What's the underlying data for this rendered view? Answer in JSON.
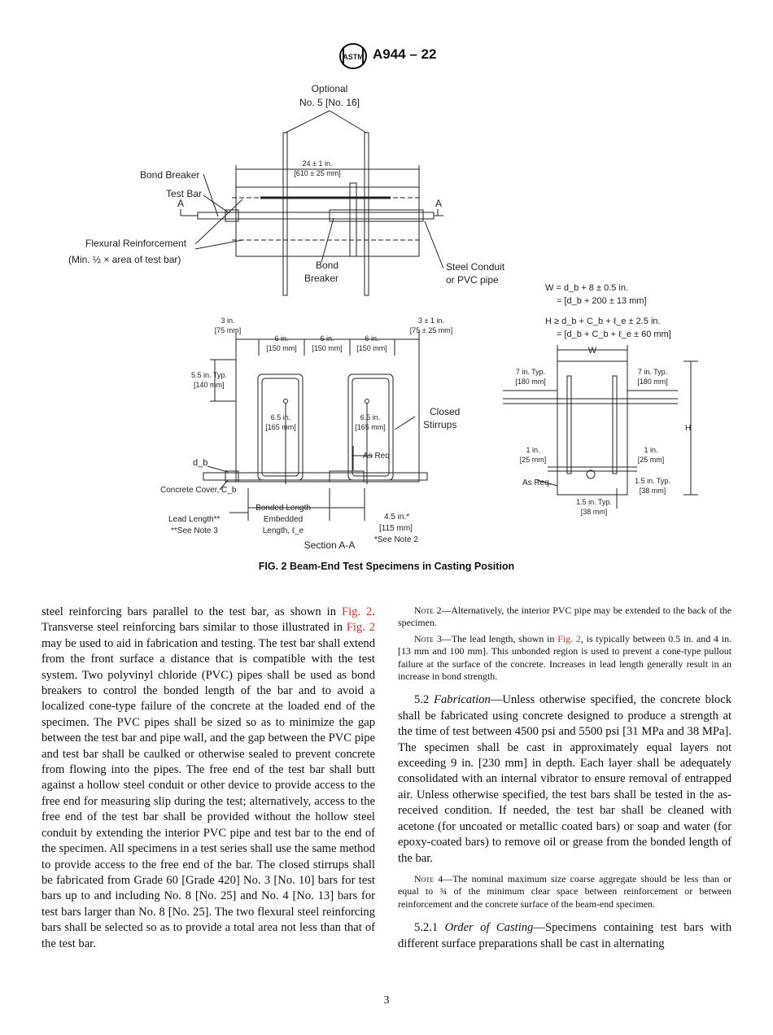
{
  "header": {
    "doc_id": "A944 – 22",
    "logo_text": "ASTM"
  },
  "figure": {
    "caption": "FIG. 2 Beam-End Test Specimens in Casting Position",
    "optional_line1": "Optional",
    "optional_line2": "No. 5 [No. 16]",
    "dim_24_line1": "24 ± 1 in.",
    "dim_24_line2": "[610 ± 25 mm]",
    "bond_breaker_top": "Bond Breaker",
    "test_bar": "Test Bar",
    "section_a_left": "A",
    "section_a_right": "A",
    "flexural_line1": "Flexural Reinforcement",
    "flexural_line2": "(Min. ½ × area of test bar)",
    "bond_breaker_mid_1": "Bond",
    "bond_breaker_mid_2": "Breaker",
    "steel_conduit_1": "Steel Conduit",
    "steel_conduit_2": "or PVC pipe",
    "w_formula_1": "W = d_b + 8 ± 0.5 in.",
    "w_formula_2": "= [d_b + 200 ± 13 mm]",
    "h_formula_1": "H ≥ d_b + C_b + ℓ_e ± 2.5 in.",
    "h_formula_2": "= [d_b + C_b + ℓ_e ± 60 mm]",
    "dim_3_line1": "3 in.",
    "dim_3_line2": "[75 mm]",
    "dim_3pm_line1": "3 ± 1 in.",
    "dim_3pm_line2": "[75 ± 25 mm]",
    "dim_6a_1": "6 in.",
    "dim_6a_2": "[150 mm]",
    "dim_6b_1": "6 in.",
    "dim_6b_2": "[150 mm]",
    "dim_6c_1": "6 in.",
    "dim_6c_2": "[150 mm]",
    "dim_55_1": "5.5 in. Typ.",
    "dim_55_2": "[140 mm]",
    "dim_65a_1": "6.5 in.",
    "dim_65a_2": "[165 mm]",
    "dim_65b_1": "6.5 in.",
    "dim_65b_2": "[165 mm]",
    "closed_stirrups_1": "Closed",
    "closed_stirrups_2": "Stirrups",
    "as_req_left": "As Req",
    "db_label": "d_b",
    "concrete_cover": "Concrete Cover, C_b",
    "lead_length_1": "Lead Length**",
    "lead_length_2": "**See Note 3",
    "bonded_1": "Bonded Length",
    "bonded_2": "Embedded",
    "bonded_3": "Length, ℓ_e",
    "dim_45_1": "4.5 in.*",
    "dim_45_2": "[115 mm]",
    "dim_45_3": "*See Note 2",
    "section_aa": "Section A-A",
    "w_label": "W",
    "h_label": "H",
    "dim_7l_1": "7 in. Typ.",
    "dim_7l_2": "[180 mm]",
    "dim_7r_1": "7 in. Typ.",
    "dim_7r_2": "[180 mm]",
    "dim_1l_1": "1 in.",
    "dim_1l_2": "[25 mm]",
    "dim_1r_1": "1 in.",
    "dim_1r_2": "[25 mm]",
    "as_req_right": "As Req.",
    "dim_15r_1": "1.5 in. Typ.",
    "dim_15r_2": "[38 mm]",
    "dim_15b_1": "1.5 in. Typ.",
    "dim_15b_2": "[38 mm]"
  },
  "left_column": {
    "p1_a": "steel reinforcing bars parallel to the test bar, as shown in ",
    "p1_ref1": "Fig. 2",
    "p1_b": ". Transverse steel reinforcing bars similar to those illustrated in ",
    "p1_ref2": "Fig. 2",
    "p1_c": " may be used to aid in fabrication and testing. The test bar shall extend from the front surface a distance that is compatible with the test system. Two polyvinyl chloride (PVC) pipes shall be used as bond breakers to control the bonded length of the bar and to avoid a localized cone-type failure of the concrete at the loaded end of the specimen. The PVC pipes shall be sized so as to minimize the gap between the test bar and pipe wall, and the gap between the PVC pipe and test bar shall be caulked or otherwise sealed to prevent concrete from flowing into the pipes. The free end of the test bar shall butt against a hollow steel conduit or other device to provide access to the free end for measuring slip during the test; alternatively, access to the free end of the test bar shall be provided without the hollow steel conduit by extending the interior PVC pipe and test bar to the end of the specimen. All specimens in a test series shall use the same method to provide access to the free end of the bar. The closed stirrups shall be fabricated from Grade 60 [Grade 420] No. 3 [No. 10] bars for test bars up to and including No. 8 [No. 25] and No. 4 [No. 13] bars for test bars larger than No. 8 [No. 25]. The two flexural steel reinforcing bars shall be selected so as to provide a total area not less than that of the test bar."
  },
  "right_column": {
    "note2_label": "Note 2",
    "note2_text": "—Alternatively, the interior PVC pipe may be extended to the back of the specimen.",
    "note3_label": "Note 3",
    "note3_a": "—The lead length, shown in ",
    "note3_ref": "Fig. 2",
    "note3_b": ", is typically between 0.5 in. and 4 in. [13 mm and 100 mm]. This unbonded region is used to prevent a cone-type pullout failure at the surface of the concrete. Increases in lead length generally result in an increase in bond strength.",
    "s52_num": "5.2 ",
    "s52_title": "Fabrication",
    "s52_text": "—Unless otherwise specified, the concrete block shall be fabricated using concrete designed to produce a strength at the time of test between 4500 psi and 5500 psi [31 MPa and 38 MPa]. The specimen shall be cast in approximately equal layers not exceeding 9 in. [230 mm] in depth. Each layer shall be adequately consolidated with an internal vibrator to ensure removal of entrapped air. Unless otherwise specified, the test bars shall be tested in the as-received condition. If needed, the test bar shall be cleaned with acetone (for uncoated or metallic coated bars) or soap and water (for epoxy-coated bars) to remove oil or grease from the bonded length of the bar.",
    "note4_label": "Note 4",
    "note4_text": "—The nominal maximum size coarse aggregate should be less than or equal to ¾ of the minimum clear space between reinforcement or between reinforcement and the concrete surface of the beam-end specimen.",
    "s521_num": "5.2.1 ",
    "s521_title": "Order of Casting",
    "s521_text": "—Specimens containing test bars with different surface preparations shall be cast in alternating"
  },
  "footer": {
    "page_number": "3"
  }
}
